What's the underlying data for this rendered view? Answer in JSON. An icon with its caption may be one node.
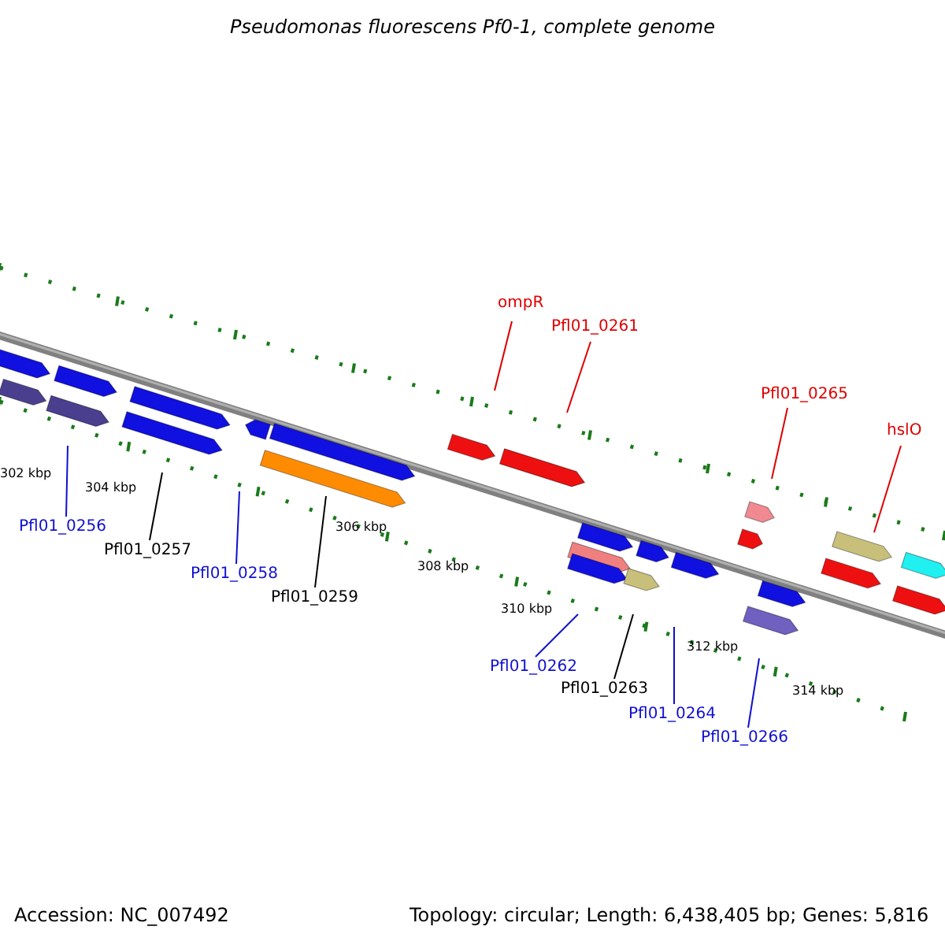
{
  "diagram": {
    "title": "Pseudomonas fluorescens Pf0-1, complete genome",
    "nodes": [
      {
        "text": [
          "ompR"
        ]
      },
      {
        "text": [
          "Pfl01_0261"
        ]
      },
      {
        "text": [
          "Pfl01_0265"
        ]
      },
      {
        "text": [
          "hslO"
        ]
      },
      {
        "text": [
          "Pfl01_0256"
        ]
      },
      {
        "text": [
          "Pfl01_0257"
        ]
      },
      {
        "text": [
          "Pfl01_0258"
        ]
      },
      {
        "text": [
          "Pfl01_0259"
        ]
      },
      {
        "text": [
          "Pfl01_0262"
        ]
      },
      {
        "text": [
          "Pfl01_0263"
        ]
      },
      {
        "text": [
          "Pfl01_0264"
        ]
      },
      {
        "text": [
          "Pfl01_0266"
        ]
      }
    ],
    "edges": [
      {
        "from": 0,
        "to": null,
        "arrow": "none",
        "color": "#e00000"
      },
      {
        "from": 1,
        "to": null,
        "arrow": "none",
        "color": "#e00000"
      },
      {
        "from": 2,
        "to": null,
        "arrow": "none",
        "color": "#e00000"
      },
      {
        "from": 3,
        "to": null,
        "arrow": "none",
        "color": "#e00000"
      },
      {
        "from": 4,
        "to": null,
        "arrow": "none"
      },
      {
        "from": 5,
        "to": null,
        "arrow": "none",
        "color": "#000000"
      },
      {
        "from": 6,
        "to": null,
        "arrow": "none"
      },
      {
        "from": 7,
        "to": null,
        "arrow": "none",
        "color": "#000000"
      },
      {
        "from": 8,
        "to": null,
        "arrow": "none"
      },
      {
        "from": 9,
        "to": null,
        "arrow": "none",
        "color": "#000000"
      },
      {
        "from": 10,
        "to": null,
        "arrow": "none"
      },
      {
        "from": 11,
        "to": null,
        "arrow": "none"
      }
    ],
    "labels": [
      "302 kbp",
      "304 kbp",
      "306 kbp",
      "308 kbp",
      "310 kbp",
      "312 kbp",
      "314 kbp",
      "Accession: NC_007492",
      "Topology: circular; Length: 6,438,405 bp; Genes: 5,816"
    ]
  }
}
